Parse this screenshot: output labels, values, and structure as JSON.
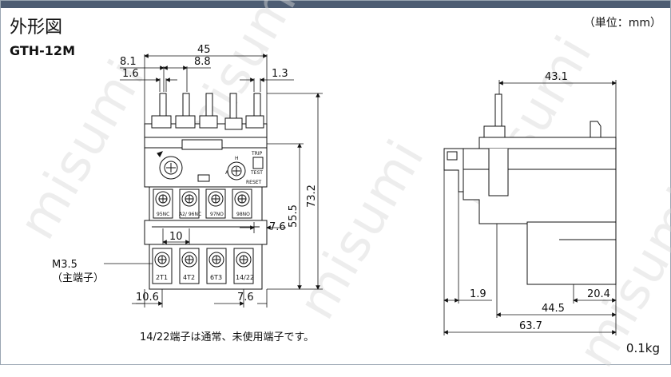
{
  "header": {
    "title": "外形図",
    "model": "GTH-12M",
    "unit": "（単位：mm）"
  },
  "footer": {
    "note": "14/22端子は通常、未使用端子です。",
    "weight": "0.1kg"
  },
  "watermark": "misumi",
  "front_view": {
    "dims": {
      "width_total": "45",
      "pitch_a": "8.1",
      "pitch_b": "8.8",
      "pin_w": "1.6",
      "pin_offset": "1.3",
      "height_total": "73.2",
      "height_mid": "55.5",
      "term_pitch": "10",
      "term_off": "7.6",
      "bottom_left": "10.6",
      "bottom_right": "7.6"
    },
    "screw_label_line1": "M3.5",
    "screw_label_line2": "（主端子）",
    "upper_terminals": [
      "95NC",
      "A2/ 96NC",
      "97NO",
      "98NO"
    ],
    "lower_terminals": [
      "2T1",
      "4T2",
      "6T3",
      "14/22"
    ],
    "switch_labels": {
      "trip": "TRIP",
      "test": "TEST",
      "reset": "RESET",
      "h": "H",
      "a": "A"
    }
  },
  "side_view": {
    "dims": {
      "depth_top": "43.1",
      "d_1_9": "1.9",
      "d_20_4": "20.4",
      "d_44_5": "44.5",
      "d_63_7": "63.7"
    }
  }
}
